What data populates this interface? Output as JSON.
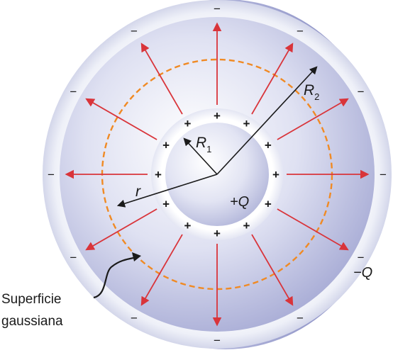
{
  "labels": {
    "r1_main": "R",
    "r1_sub": "1",
    "r2_main": "R",
    "r2_sub": "2",
    "r": "r",
    "charge_inner": "+Q",
    "charge_outer": "−Q",
    "caption_line1": "Superficie",
    "caption_line2": "gaussiana"
  },
  "signs": {
    "positive": "+",
    "negative": "−"
  },
  "colors": {
    "field_arrow": "#d9343a",
    "gaussian_surface": "#f08a24",
    "shell_light": "#eceef8",
    "shell_dark": "#8d92c8",
    "text": "#1a1a1a"
  }
}
